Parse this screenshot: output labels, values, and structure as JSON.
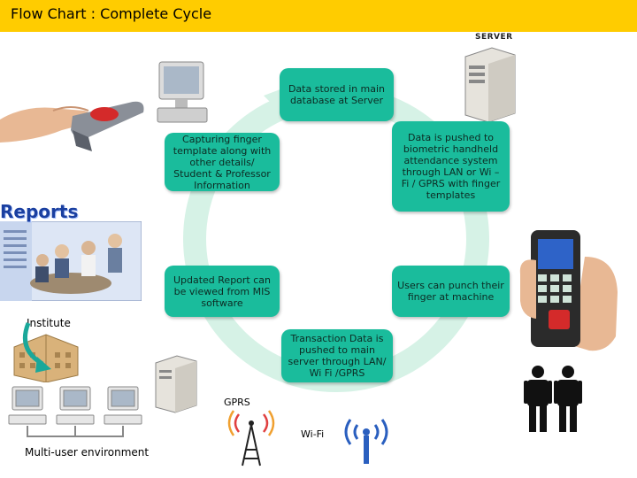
{
  "title": "Flow Chart : Complete Cycle",
  "labels": {
    "server": "SERVER",
    "reports": "Reports",
    "institute": "Institute",
    "gprs": "GPRS",
    "wifi": "Wi-Fi",
    "multi_user": "Multi-user environment"
  },
  "steps": [
    {
      "text": "Data stored in main database at Server"
    },
    {
      "text": "Data is pushed to biometric handheld attendance system through LAN or Wi – Fi / GPRS with finger templates"
    },
    {
      "text": "Users can punch their finger at machine"
    },
    {
      "text": "Transaction Data is pushed to main server through LAN/ Wi Fi /GPRS"
    },
    {
      "text": "Updated Report can be viewed from MIS software"
    },
    {
      "text": "Capturing finger template along with other details/ Student & Professor Information"
    }
  ],
  "colors": {
    "title_bar": "#ffcc00",
    "step_box": "#1abc9c",
    "cycle_ring": "#d6f2e6"
  }
}
